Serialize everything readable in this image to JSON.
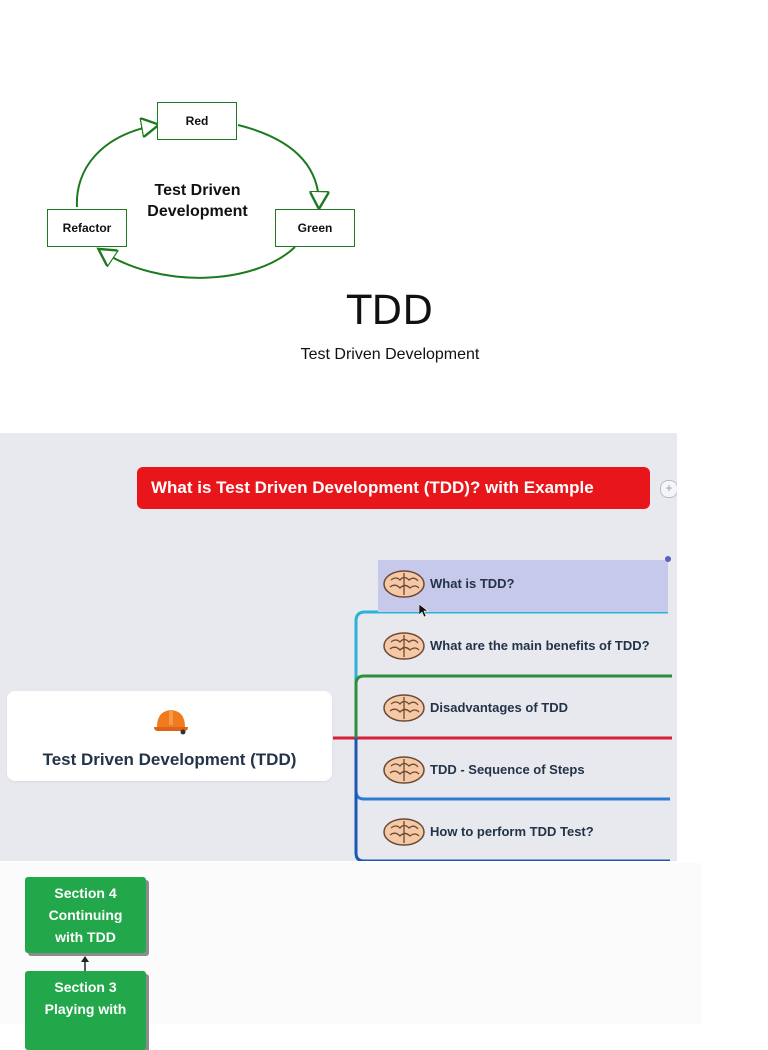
{
  "cycle": {
    "center_line1": "Test Driven",
    "center_line2": "Development",
    "red": "Red",
    "green": "Green",
    "refactor": "Refactor",
    "line_color": "#1e7a1e"
  },
  "slide": {
    "title": "TDD",
    "subtitle": "Test Driven Development"
  },
  "mindmap": {
    "banner": "What is Test Driven Development (TDD)? with Example",
    "root": "Test Driven Development (TDD)",
    "items": [
      {
        "label": "What is TDD?",
        "color": "#2ab3d6"
      },
      {
        "label": "What are the main benefits of TDD?",
        "color": "#2e8f3a"
      },
      {
        "label": "Disadvantages of TDD",
        "color": "#d51f3b"
      },
      {
        "label": "TDD - Sequence of Steps",
        "color": "#2f7bd1"
      },
      {
        "label": "How to perform TDD Test?",
        "color": "#1c57b4"
      }
    ],
    "banner_color": "#e8151a"
  },
  "flow": {
    "section4": [
      "Section 4",
      "Continuing",
      "with TDD"
    ],
    "section3": [
      "Section 3",
      "Playing with"
    ],
    "box_color": "#22a84a"
  }
}
